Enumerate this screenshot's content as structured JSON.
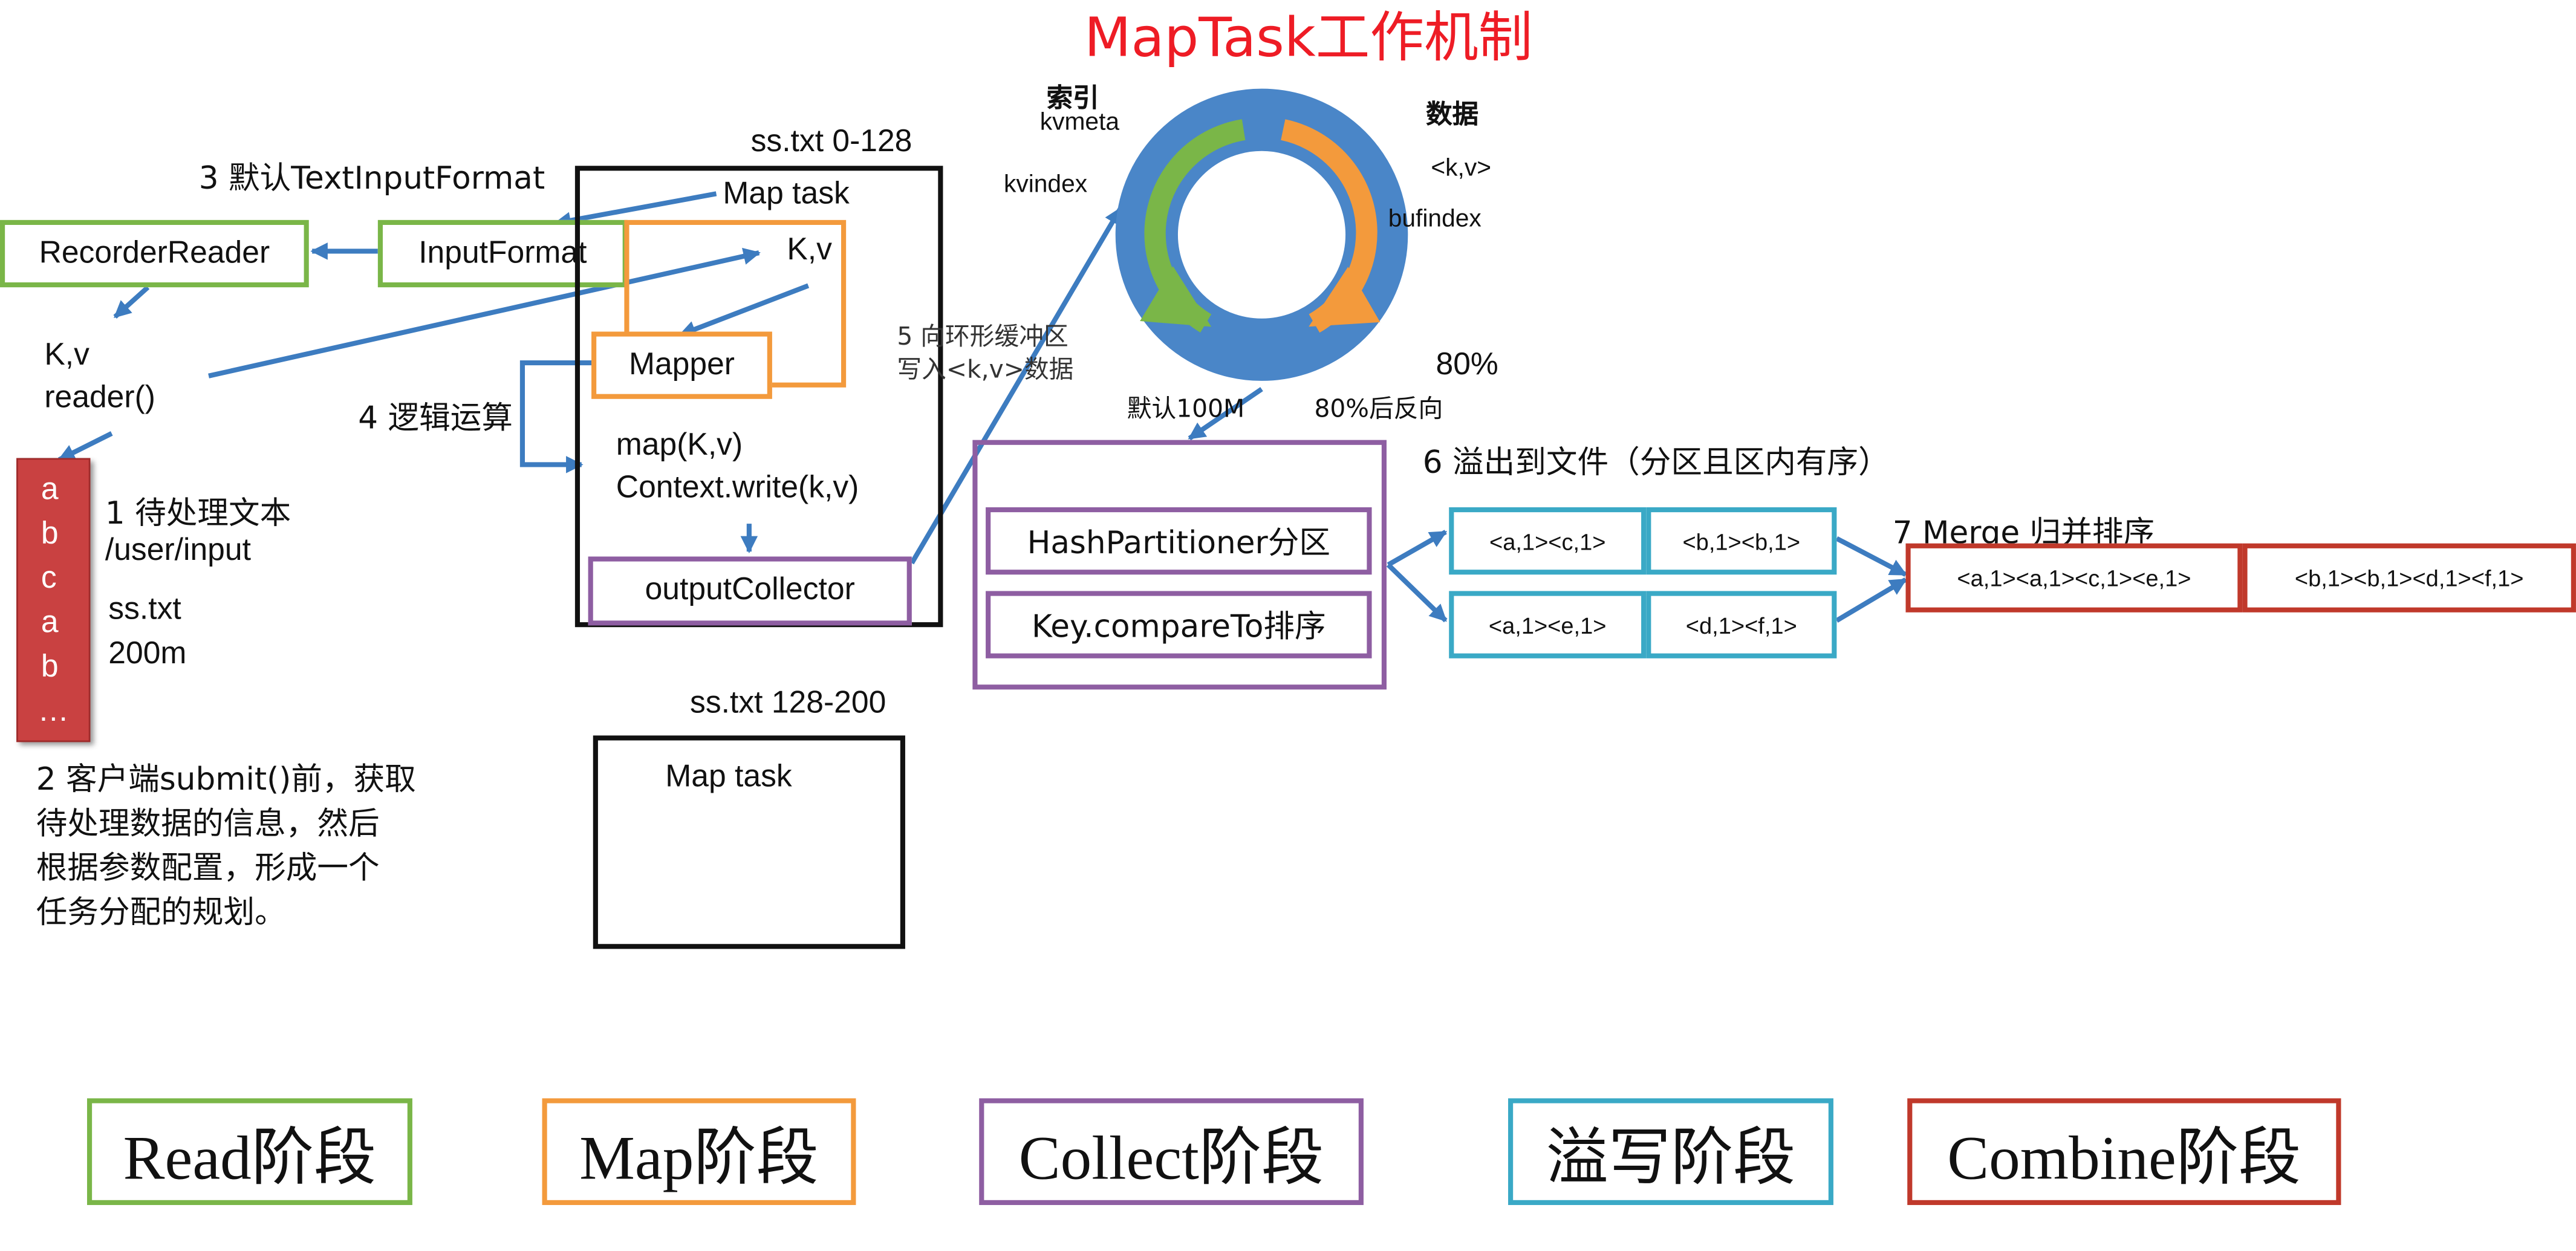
{
  "title": "MapTask工作机制",
  "colors": {
    "read": "#7ab648",
    "map": "#f39a3c",
    "collect": "#8e5ea2",
    "spill": "#3aa9c6",
    "combine": "#c0392b",
    "arrow": "#3d7cc0",
    "title": "#ee1c25"
  },
  "read_stage": {
    "step3_label": "3 默认TextInputFormat",
    "recorder_reader": "RecorderReader",
    "input_format": "InputFormat",
    "kv": "K,v",
    "reader_call": "reader()",
    "file_letters": [
      "a",
      "b",
      "c",
      "a",
      "b",
      "…"
    ],
    "step1_line1": "1 待处理文本",
    "step1_line2": "/user/input",
    "file_name": "ss.txt",
    "file_size": "200m",
    "step2_lines": [
      "2 客户端submit()前，获取",
      "待处理数据的信息，然后",
      "根据参数配置，形成一个",
      "任务分配的规划。"
    ]
  },
  "map_task_1": {
    "split_label": "ss.txt 0-128",
    "task_label": "Map task",
    "kv": "K,v",
    "mapper": "Mapper",
    "step4_label": "4 逻辑运算",
    "map_call": "map(K,v)",
    "context_write": "Context.write(k,v)",
    "output_collector": "outputCollector"
  },
  "map_task_2": {
    "split_label": "ss.txt 128-200",
    "task_label": "Map task"
  },
  "ring_buffer": {
    "index_label": "索引",
    "kvmeta": "kvmeta",
    "kvindex": "kvindex",
    "data_label": "数据",
    "kv_pair": "<k,v>",
    "bufindex": "bufindex",
    "threshold": "80%",
    "default_size": "默认100M",
    "reverse_note": "80%后反向",
    "step5_line1": "5 向环形缓冲区",
    "step5_line2": "写入<k,v>数据"
  },
  "collect_stage": {
    "partitioner": "HashPartitioner分区",
    "sorter": "Key.compareTo排序"
  },
  "spill_stage": {
    "step6_label": "6 溢出到文件（分区且区内有序）",
    "cells": [
      "<a,1><c,1>",
      "<b,1><b,1>",
      "<a,1><e,1>",
      "<d,1><f,1>"
    ]
  },
  "merge_stage": {
    "step7_label": "7 Merge 归并排序",
    "cells": [
      "<a,1><a,1><c,1><e,1>",
      "<b,1><b,1><d,1><f,1>"
    ]
  },
  "legend": [
    "Read阶段",
    "Map阶段",
    "Collect阶段",
    "溢写阶段",
    "Combine阶段"
  ]
}
